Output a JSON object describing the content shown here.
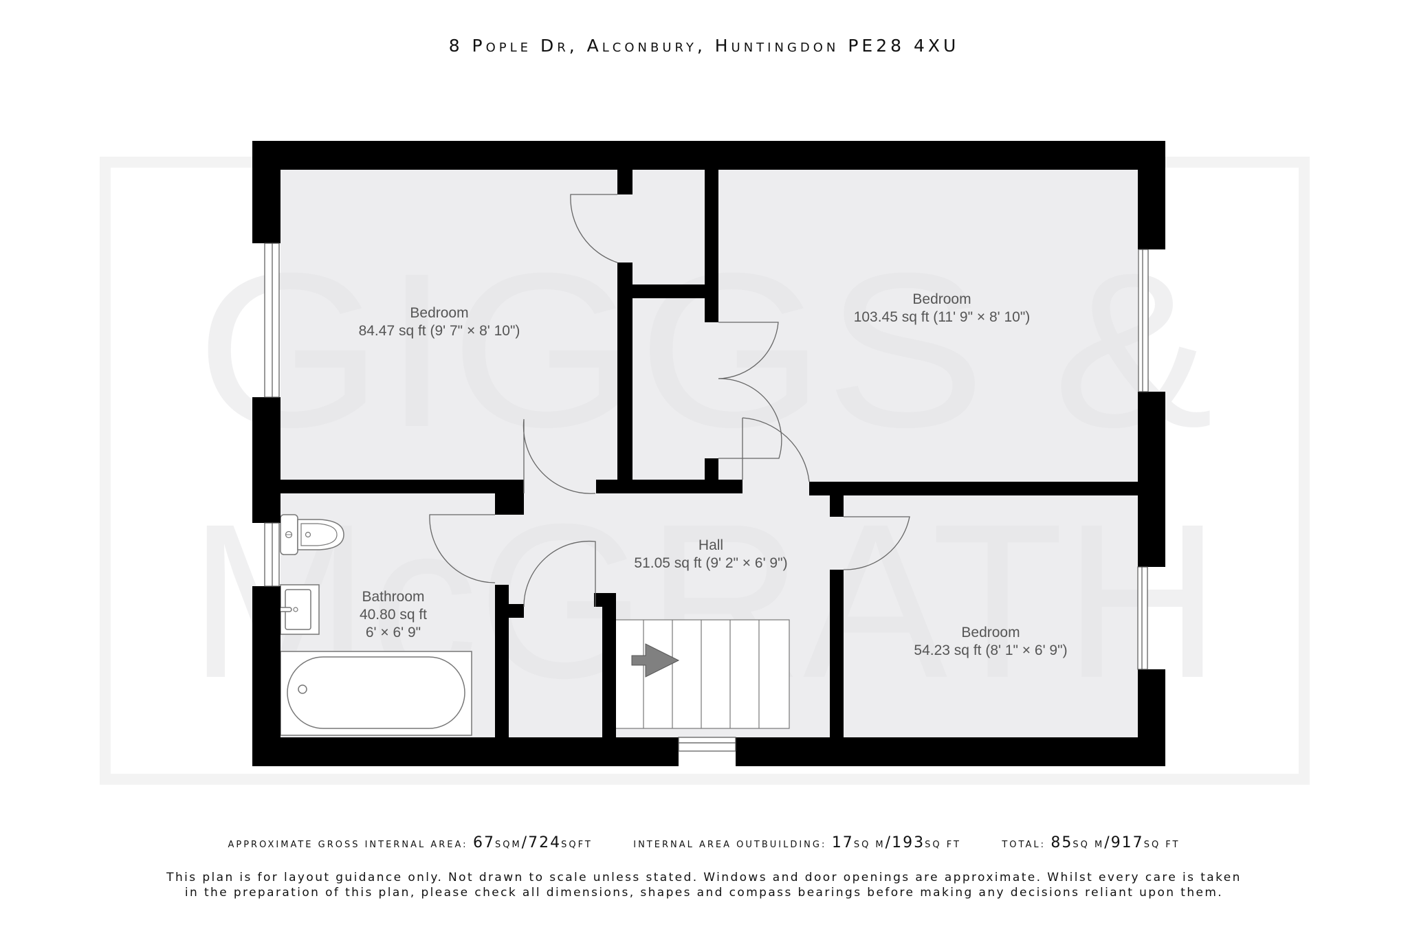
{
  "header": {
    "address": "8 Pople Dr, Alconbury, Huntingdon PE28 4XU"
  },
  "watermark": {
    "line1": "GIGGS &",
    "line2": "McGRATH",
    "color": "#e4e4e6"
  },
  "colors": {
    "wall": "#000000",
    "room_fill": "#ededef",
    "label_text": "#555555",
    "frame": "#f3f3f3",
    "fixture_fill": "#ffffff",
    "stair_arrow": "#808080"
  },
  "rooms": [
    {
      "name": "Bedroom",
      "area": "84.47 sq ft (9' 7\" × 8' 10\")"
    },
    {
      "name": "Bedroom",
      "area": "103.45 sq ft (11' 9\" × 8' 10\")"
    },
    {
      "name": "Hall",
      "area": "51.05 sq ft (9' 2\" × 6' 9\")"
    },
    {
      "name": "Bathroom",
      "area": "40.80 sq ft",
      "dims": "6' × 6' 9\""
    },
    {
      "name": "Bedroom",
      "area": "54.23 sq ft (8' 1\" × 6' 9\")"
    }
  ],
  "fixtures": {
    "toilet": "toilet-icon",
    "sink": "sink-icon",
    "bath": "bathtub-icon",
    "stairs": "stairs-icon",
    "stairs_arrow": "arrow-right-icon"
  },
  "areas": {
    "gross": {
      "label": "Approximate gross internal area:",
      "value1": "67",
      "unit1": "sqm",
      "sep": "/",
      "value2": "724",
      "unit2": "sqft"
    },
    "outbuilding": {
      "label": "Internal area outbuilding:",
      "value1": "17",
      "unit1": "sq m",
      "sep": "/",
      "value2": "193",
      "unit2": "sq ft"
    },
    "total": {
      "label": "Total:",
      "value1": "85",
      "unit1": "sq m",
      "sep": "/",
      "value2": "917",
      "unit2": "sq ft"
    }
  },
  "disclaimer": {
    "line1": "This plan is for layout guidance only. Not drawn to scale unless stated. Windows and door openings are approximate. Whilst every care is taken",
    "line2": "in the preparation of this plan, please check all dimensions, shapes and compass bearings before making any decisions reliant upon them."
  }
}
